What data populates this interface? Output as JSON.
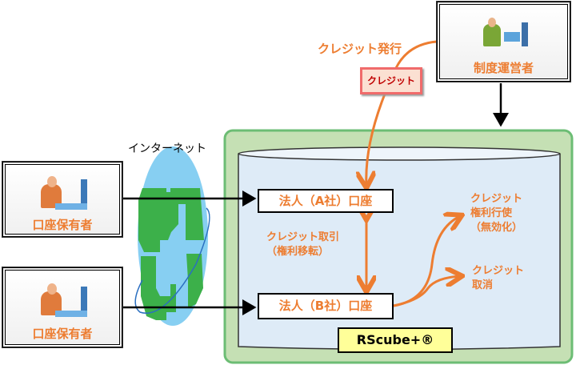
{
  "actors": {
    "operator": {
      "label": "制度運営者"
    },
    "holder_a": {
      "label": "口座保有者"
    },
    "holder_b": {
      "label": "口座保有者"
    }
  },
  "internet": {
    "label": "インターネット"
  },
  "issuance": {
    "label": "クレジット発行",
    "credit_card_label": "クレジット"
  },
  "accounts": {
    "a": {
      "label": "法人（A社）口座"
    },
    "b": {
      "label": "法人（B社）口座"
    }
  },
  "transfer": {
    "line1": "クレジット取引",
    "line2": "（権利移転）"
  },
  "exercise": {
    "line1": "クレジット",
    "line2": "権利行使",
    "line3": "（無効化）"
  },
  "cancel": {
    "line1": "クレジット",
    "line2": "取消"
  },
  "system": {
    "label": "RScube+®"
  },
  "colors": {
    "accent": "#ed7d31",
    "system_bg": "#c5e0b4",
    "db_fill": "#deebf7",
    "globe_sea": "#87cff2",
    "globe_land": "#3cb04a",
    "system_label_bg": "#ffff99"
  }
}
